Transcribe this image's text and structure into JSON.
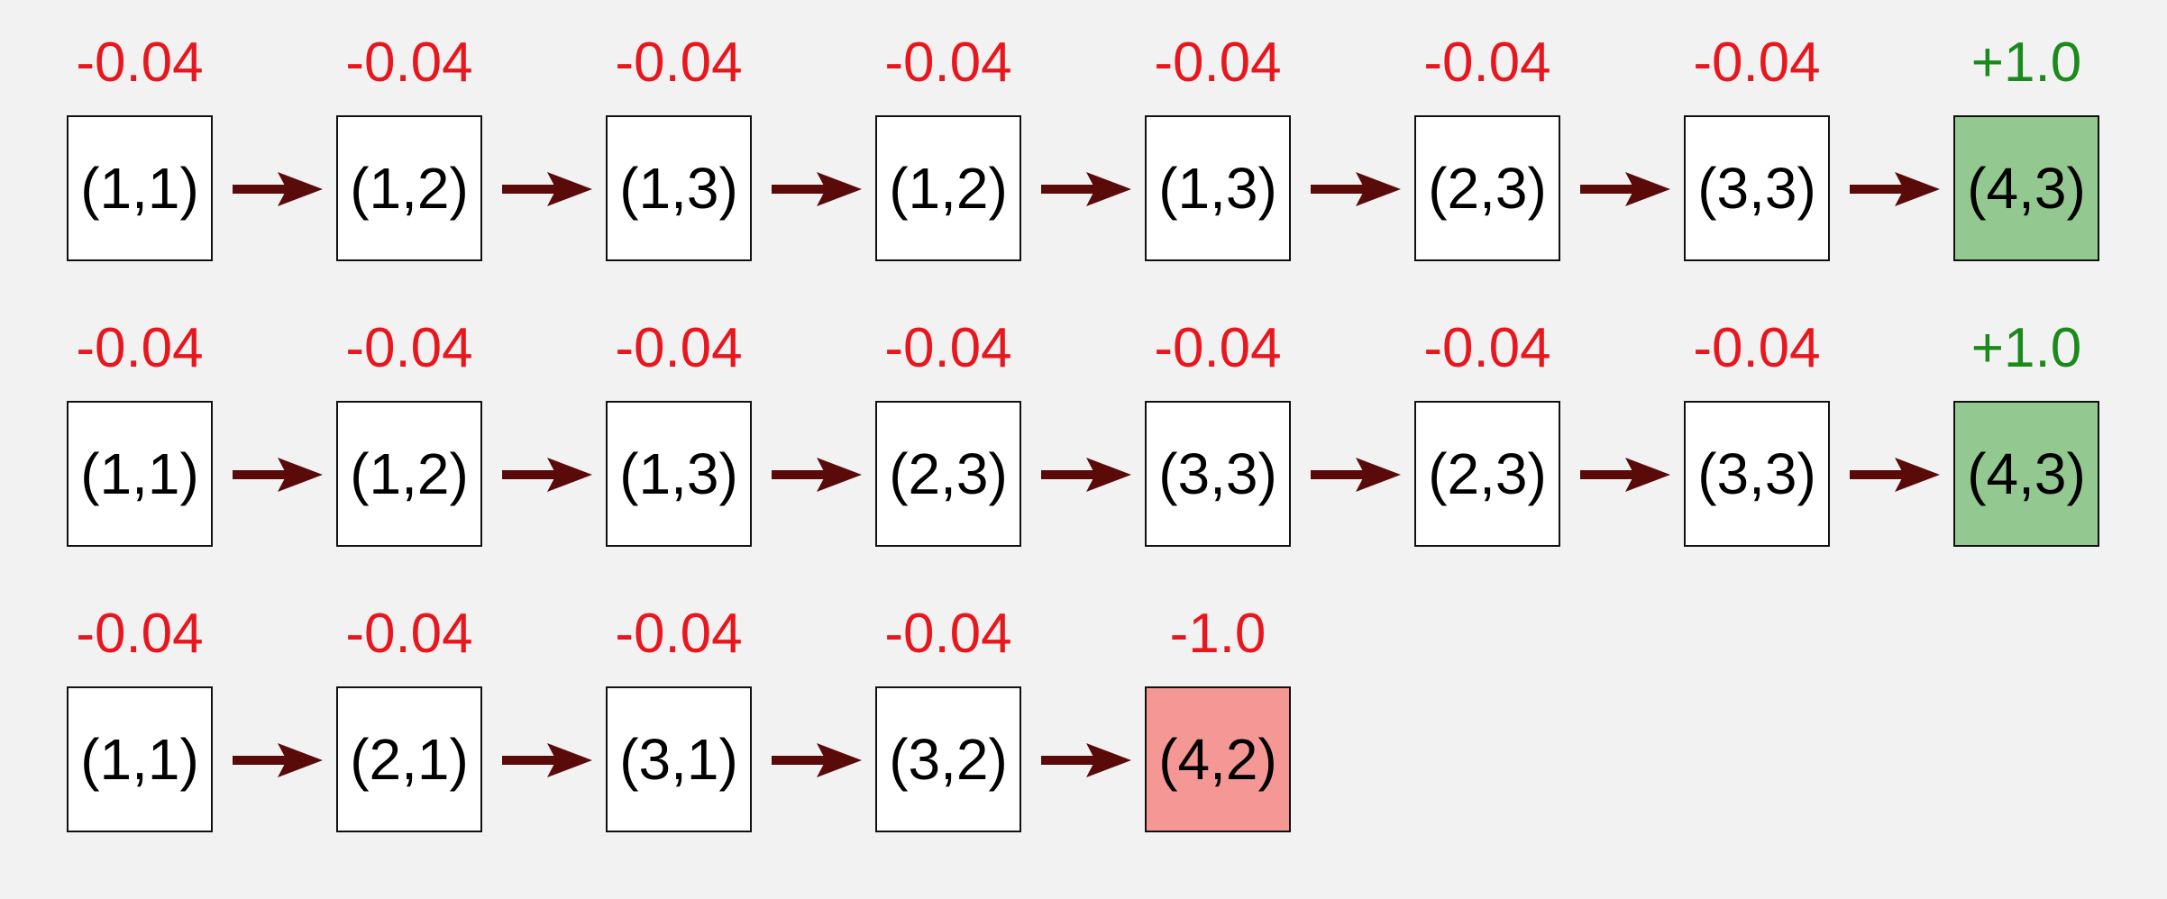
{
  "colors": {
    "background": "#f2f2f2",
    "penalty_text": "#e8161d",
    "goal_text": "#1a8a1a",
    "arrow": "#5b0a0a",
    "box_default": "#ffffff",
    "box_goal": "#93c890",
    "box_pit": "#f59794"
  },
  "trajectories": [
    {
      "steps": [
        {
          "state": "(1,1)",
          "reward": "-0.04",
          "kind": "normal"
        },
        {
          "state": "(1,2)",
          "reward": "-0.04",
          "kind": "normal"
        },
        {
          "state": "(1,3)",
          "reward": "-0.04",
          "kind": "normal"
        },
        {
          "state": "(1,2)",
          "reward": "-0.04",
          "kind": "normal"
        },
        {
          "state": "(1,3)",
          "reward": "-0.04",
          "kind": "normal"
        },
        {
          "state": "(2,3)",
          "reward": "-0.04",
          "kind": "normal"
        },
        {
          "state": "(3,3)",
          "reward": "-0.04",
          "kind": "normal"
        },
        {
          "state": "(4,3)",
          "reward": "+1.0",
          "kind": "goal"
        }
      ]
    },
    {
      "steps": [
        {
          "state": "(1,1)",
          "reward": "-0.04",
          "kind": "normal"
        },
        {
          "state": "(1,2)",
          "reward": "-0.04",
          "kind": "normal"
        },
        {
          "state": "(1,3)",
          "reward": "-0.04",
          "kind": "normal"
        },
        {
          "state": "(2,3)",
          "reward": "-0.04",
          "kind": "normal"
        },
        {
          "state": "(3,3)",
          "reward": "-0.04",
          "kind": "normal"
        },
        {
          "state": "(2,3)",
          "reward": "-0.04",
          "kind": "normal"
        },
        {
          "state": "(3,3)",
          "reward": "-0.04",
          "kind": "normal"
        },
        {
          "state": "(4,3)",
          "reward": "+1.0",
          "kind": "goal"
        }
      ]
    },
    {
      "steps": [
        {
          "state": "(1,1)",
          "reward": "-0.04",
          "kind": "normal"
        },
        {
          "state": "(2,1)",
          "reward": "-0.04",
          "kind": "normal"
        },
        {
          "state": "(3,1)",
          "reward": "-0.04",
          "kind": "normal"
        },
        {
          "state": "(3,2)",
          "reward": "-0.04",
          "kind": "normal"
        },
        {
          "state": "(4,2)",
          "reward": "-1.0",
          "kind": "pit"
        }
      ]
    }
  ]
}
